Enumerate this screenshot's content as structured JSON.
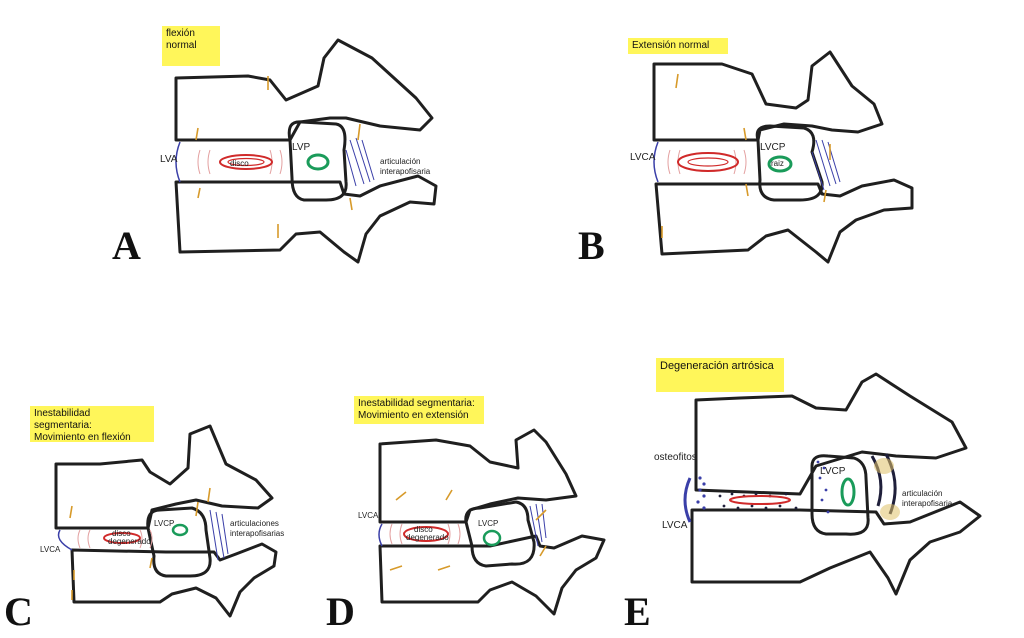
{
  "panels": {
    "a": {
      "letter": "A",
      "note": [
        "flexión",
        "normal"
      ],
      "lva": "LVA",
      "lvp": "LVP",
      "disco": "disco",
      "articulacion": [
        "articulación",
        "interapofisaria"
      ]
    },
    "b": {
      "letter": "B",
      "note": "Extensión normal",
      "lvca": "LVCA",
      "lvcp": "LVCP",
      "raiz": "raiz"
    },
    "c": {
      "letter": "C",
      "note": [
        "Inestabilidad segmentaria:",
        "Movimiento en flexión"
      ],
      "lvca": "LVCA",
      "lvcp": "LVCP",
      "disco": [
        "disco",
        "degenerado"
      ],
      "articulaciones": [
        "articulaciones",
        "interapofisarias"
      ]
    },
    "d": {
      "letter": "D",
      "note": [
        "Inestabilidad segmentaria:",
        "Movimiento en extensión"
      ],
      "lvca": "LVCA",
      "lvcp": "LVCP",
      "disco": [
        "disco",
        "degenerado"
      ]
    },
    "e": {
      "letter": "E",
      "note": "Degeneración artrósica",
      "osteofitos": "osteofitos",
      "lvca": "LVCA",
      "lvcp": "LVCP",
      "articulacion": [
        "articulación",
        "interapofisaria"
      ]
    }
  },
  "colors": {
    "outline": "#1f1f1f",
    "disc": "#d02a2a",
    "nerve": "#1a9b5a",
    "ligament": "#3a3fa8",
    "arrow": "#d79a2a",
    "note": "#fff65a"
  }
}
